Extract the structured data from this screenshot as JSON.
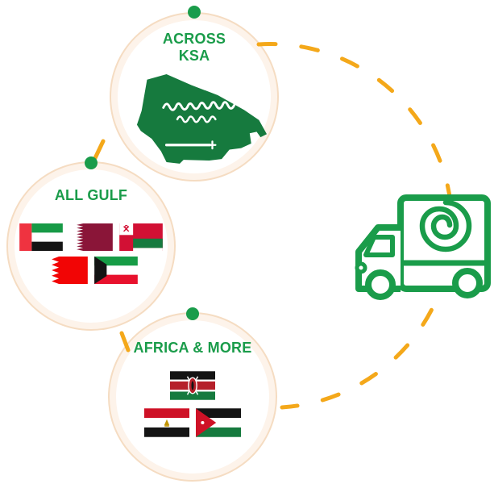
{
  "colors": {
    "accent_green": "#1A9C4A",
    "map_green": "#167A3E",
    "route_orange": "#F4A81A",
    "ring_peach": "#F5DCC2",
    "ring_cream": "#FDF3EA"
  },
  "circles": {
    "ksa": {
      "title_line1": "ACROSS",
      "title_line2": "KSA",
      "graphic": "saudi-arabia-map"
    },
    "gulf": {
      "title": "ALL GULF",
      "flag_rows": [
        [
          "uae",
          "qatar",
          "oman"
        ],
        [
          "bahrain",
          "kuwait"
        ]
      ]
    },
    "africa": {
      "title": "AFRICA & MORE",
      "flag_rows": [
        [
          "kenya"
        ],
        [
          "egypt",
          "jordan"
        ]
      ]
    }
  },
  "truck": {
    "icon": "delivery-truck-icon",
    "logo": "spiral-logo"
  },
  "route": {
    "style": "dashed",
    "icon": "dashed-route-path"
  }
}
